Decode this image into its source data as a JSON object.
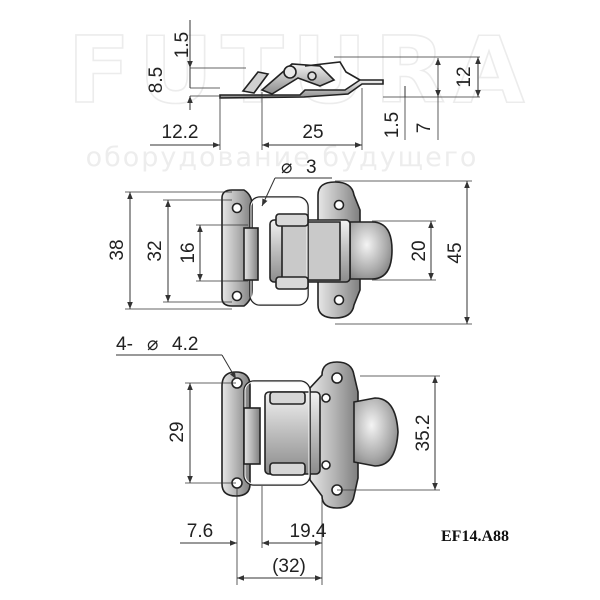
{
  "watermark": {
    "brand": "FUTURA",
    "tagline": "оборудование будущего"
  },
  "product_code": "EF14.A88",
  "side_view": {
    "dims": {
      "top": "1.5",
      "left_height": "8.5",
      "right_height": "12",
      "left_width": "12.2",
      "mid_width": "25",
      "bottom_small": "1.5",
      "bottom_right": "7"
    }
  },
  "top_view": {
    "dims": {
      "wire_dia": "3",
      "height_outer": "38",
      "height_mid": "32",
      "height_inner": "16",
      "catch_width": "20",
      "total_height": "45"
    }
  },
  "bottom_view": {
    "dims": {
      "holes": "4-",
      "hole_dia": "4.2",
      "hole_spacing": "29",
      "catch_height": "35.2",
      "offset_left": "7.6",
      "span_mid": "19.4",
      "total_width": "(32)"
    }
  }
}
